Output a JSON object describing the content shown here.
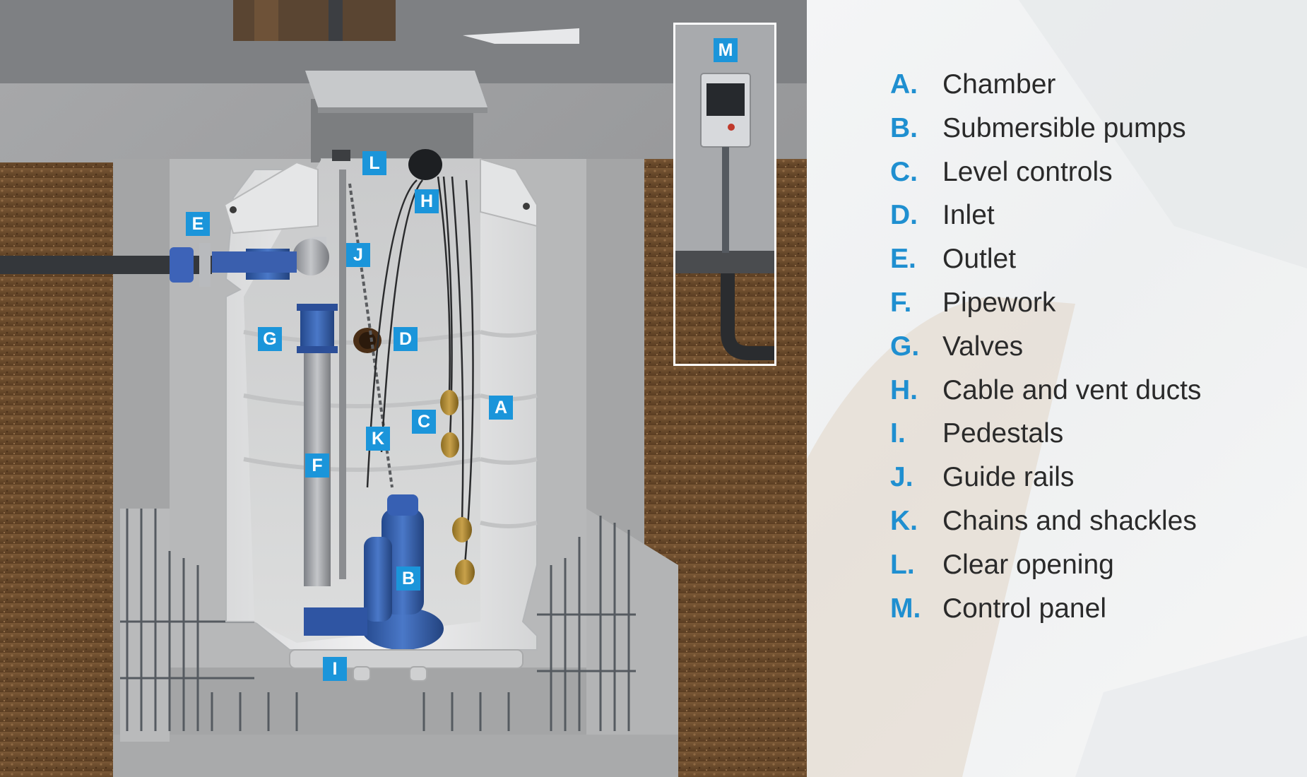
{
  "legend": [
    {
      "letter": "A.",
      "name": "Chamber"
    },
    {
      "letter": "B.",
      "name": "Submersible pumps"
    },
    {
      "letter": "C.",
      "name": "Level controls"
    },
    {
      "letter": "D.",
      "name": "Inlet"
    },
    {
      "letter": "E.",
      "name": "Outlet"
    },
    {
      "letter": "F.",
      "name": "Pipework"
    },
    {
      "letter": "G.",
      "name": "Valves"
    },
    {
      "letter": "H.",
      "name": "Cable and vent ducts"
    },
    {
      "letter": "I.",
      "name": "Pedestals"
    },
    {
      "letter": "J.",
      "name": "Guide rails"
    },
    {
      "letter": "K.",
      "name": "Chains and shackles"
    },
    {
      "letter": "L.",
      "name": "Clear opening"
    },
    {
      "letter": "M.",
      "name": "Control panel"
    }
  ],
  "tags": {
    "A": "A",
    "B": "B",
    "C": "C",
    "D": "D",
    "E": "E",
    "F": "F",
    "G": "G",
    "H": "H",
    "I": "I",
    "J": "J",
    "K": "K",
    "L": "L",
    "M": "M"
  },
  "colors": {
    "accent": "#1b95da",
    "legend_letter": "#1f8fd0",
    "pump_blue": "#2f5aa8",
    "chamber_white": "#e9eaeb",
    "concrete": "#9a9b9d",
    "soil": "#6b4a2c"
  }
}
